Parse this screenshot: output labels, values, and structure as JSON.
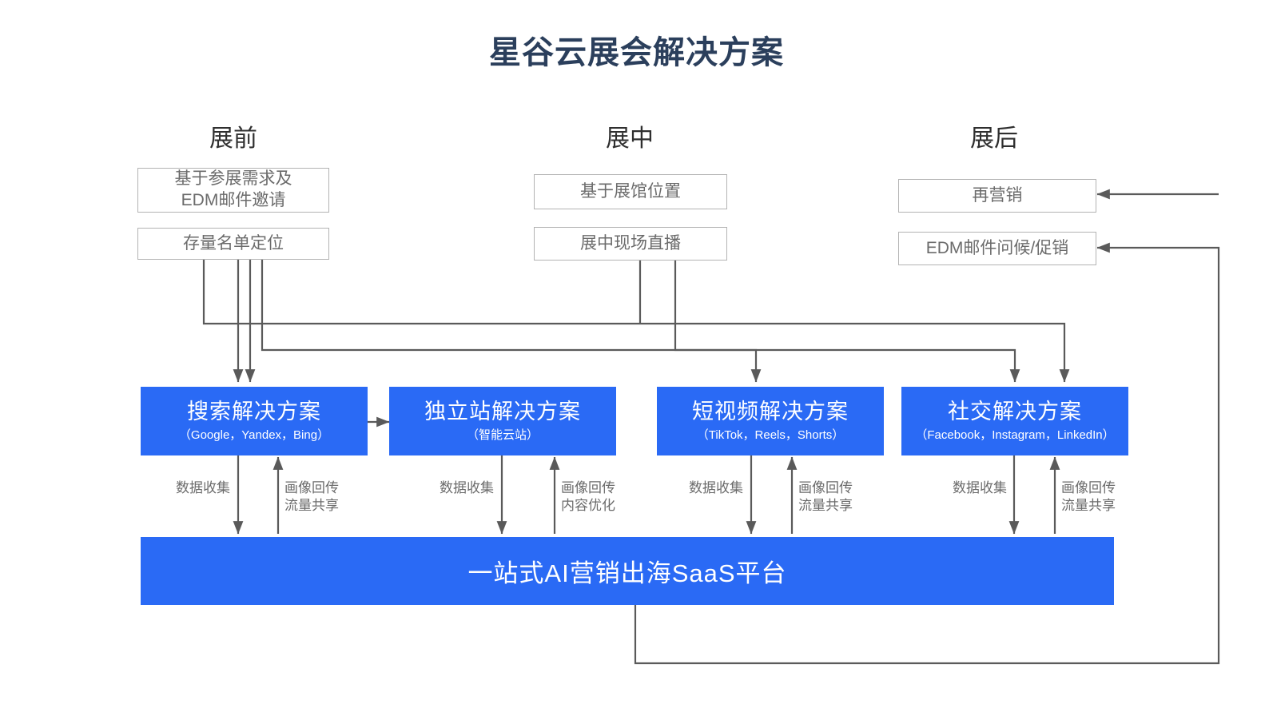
{
  "title": "星谷云展会解决方案",
  "colors": {
    "brand_blue": "#2a6af5",
    "title_navy": "#2b3f5c",
    "box_border": "#b3b3b3",
    "box_text": "#6b6b6b",
    "wire": "#5a5a5a"
  },
  "phases": [
    {
      "name": "pre-show",
      "label": "展前"
    },
    {
      "name": "during-show",
      "label": "展中"
    },
    {
      "name": "post-show",
      "label": "展后"
    }
  ],
  "stage_boxes": [
    {
      "name": "pre-show-box-1",
      "phase": "展前",
      "text": "基于参展需求及\nEDM邮件邀请"
    },
    {
      "name": "pre-show-box-2",
      "phase": "展前",
      "text": "存量名单定位"
    },
    {
      "name": "during-show-box-1",
      "phase": "展中",
      "text": "基于展馆位置"
    },
    {
      "name": "during-show-box-2",
      "phase": "展中",
      "text": "展中现场直播"
    },
    {
      "name": "post-show-box-1",
      "phase": "展后",
      "text": "再营销"
    },
    {
      "name": "post-show-box-2",
      "phase": "展后",
      "text": "EDM邮件问候/促销"
    }
  ],
  "solutions": [
    {
      "name": "search",
      "title": "搜索解决方案",
      "subtitle": "（Google，Yandex，Bing）"
    },
    {
      "name": "website",
      "title": "独立站解决方案",
      "subtitle": "（智能云站）"
    },
    {
      "name": "short-video",
      "title": "短视频解决方案",
      "subtitle": "（TikTok，Reels，Shorts）"
    },
    {
      "name": "social",
      "title": "社交解决方案",
      "subtitle": "（Facebook，Instagram，LinkedIn）"
    }
  ],
  "flow_labels": [
    {
      "name": "search-down",
      "text": "数据收集"
    },
    {
      "name": "search-up",
      "text": "画像回传\n流量共享"
    },
    {
      "name": "website-down",
      "text": "数据收集"
    },
    {
      "name": "website-up",
      "text": "画像回传\n内容优化"
    },
    {
      "name": "short-video-down",
      "text": "数据收集"
    },
    {
      "name": "short-video-up",
      "text": "画像回传\n流量共享"
    },
    {
      "name": "social-down",
      "text": "数据收集"
    },
    {
      "name": "social-up",
      "text": "画像回传\n流量共享"
    }
  ],
  "platform": {
    "label": "一站式AI营销出海SaaS平台"
  }
}
